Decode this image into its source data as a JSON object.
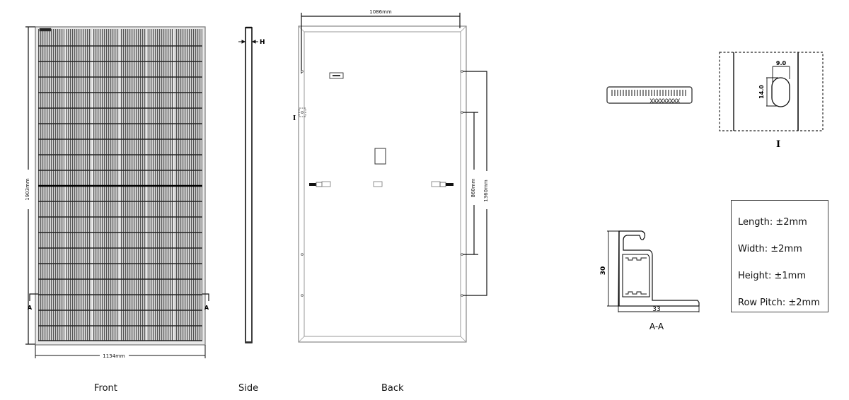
{
  "views": {
    "front": {
      "label": "Front",
      "width_dim": "1134mm",
      "height_dim": "1903mm",
      "section_marker": "A",
      "columns": 6,
      "rows_per_half": 10
    },
    "side": {
      "label": "Side",
      "thickness_marker": "H"
    },
    "back": {
      "label": "Back",
      "width_dim": "1086mm",
      "inner_mount_dim": "860mm",
      "outer_mount_dim": "1360mm",
      "detail_marker": "I"
    }
  },
  "details": {
    "detail_i": {
      "label": "I",
      "hole_width": "9.0",
      "hole_height": "14.0"
    },
    "section_aa": {
      "label": "A-A",
      "frame_height": "30",
      "frame_width": "33"
    }
  },
  "tolerances": {
    "items": [
      "Length: ±2mm",
      "Width: ±2mm",
      "Height: ±1mm",
      "Row Pitch: ±2mm"
    ]
  },
  "colors": {
    "line": "#111111",
    "frame": "#777777",
    "cell_fill": "#c8c8c8",
    "cell_line": "#555555"
  }
}
